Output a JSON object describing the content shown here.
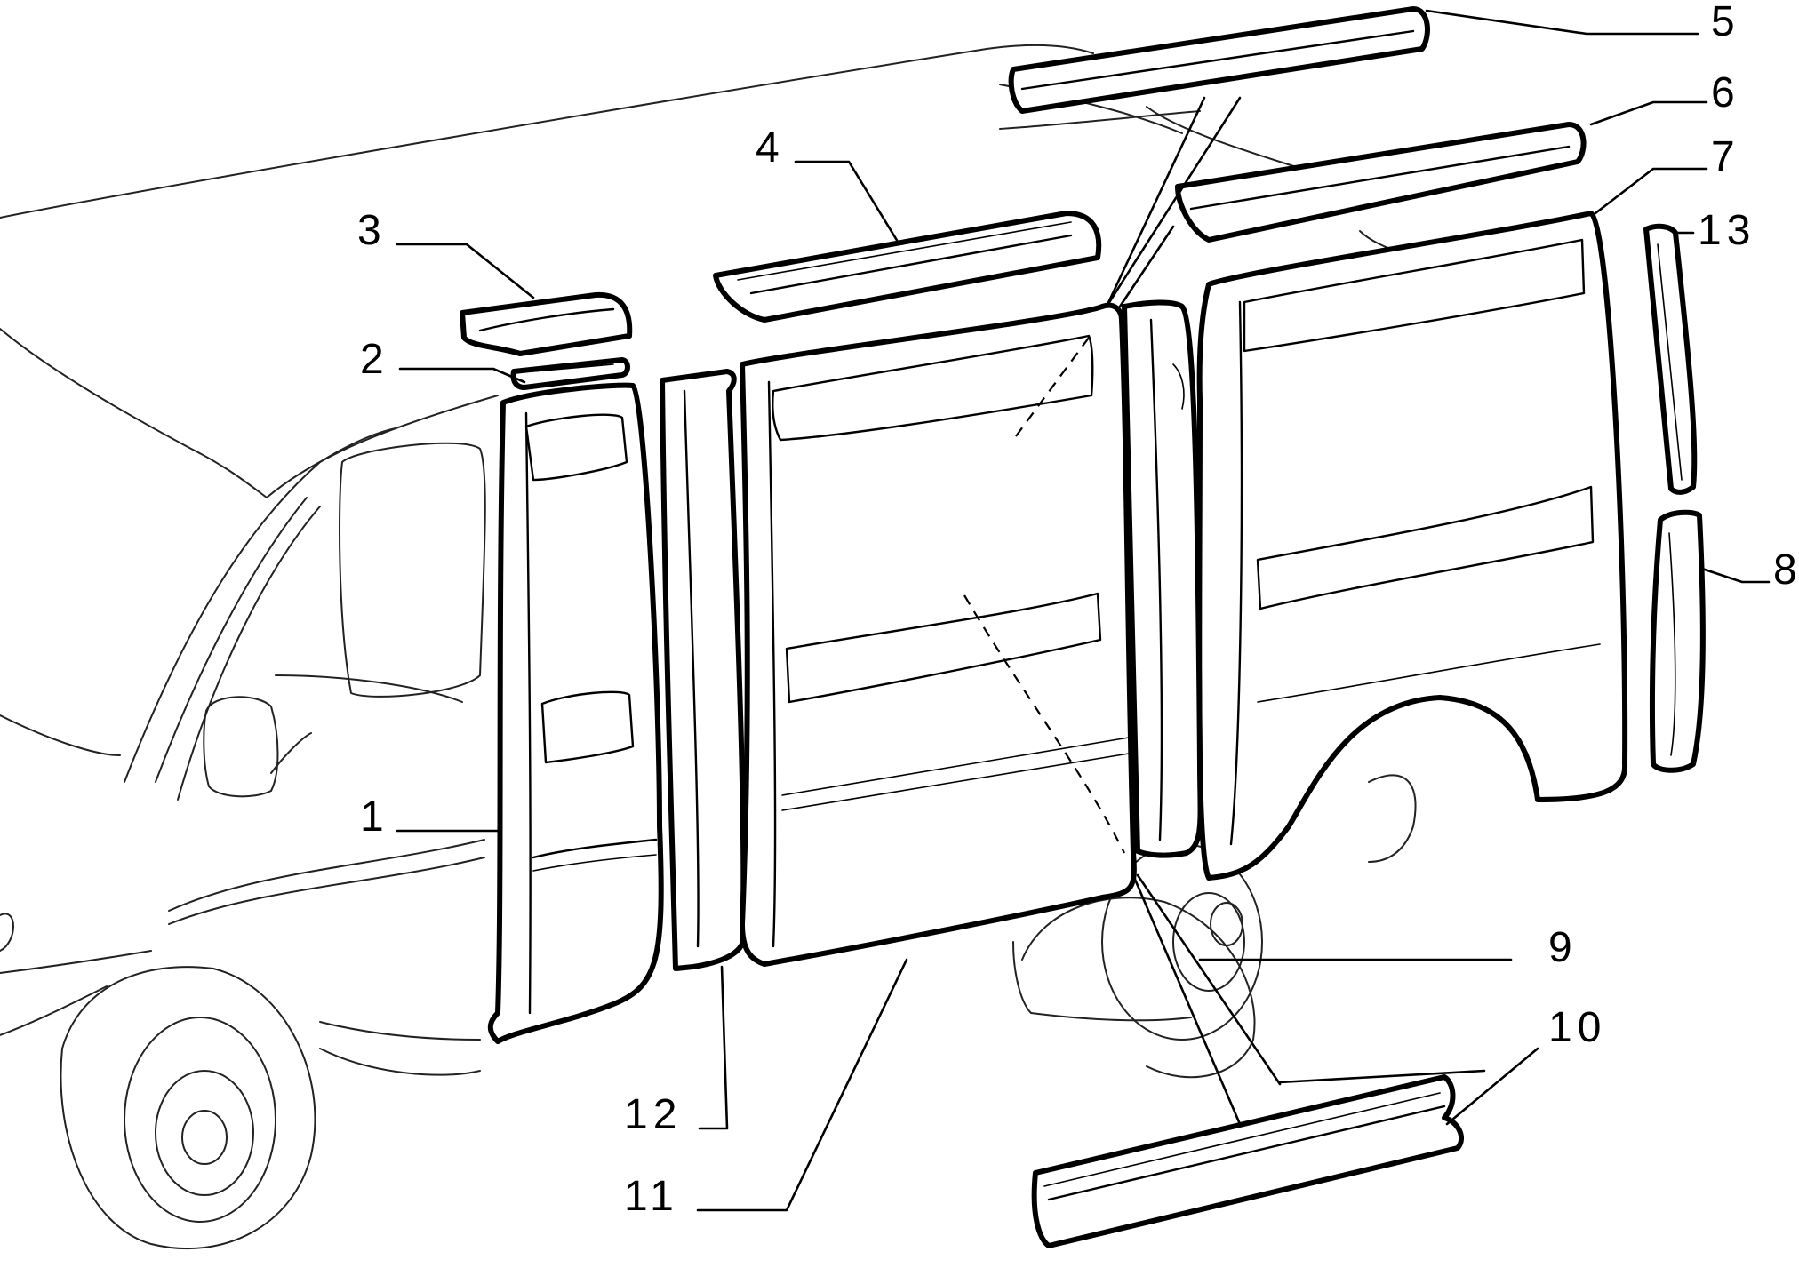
{
  "callouts": [
    {
      "id": "1",
      "text": "1"
    },
    {
      "id": "2",
      "text": "2"
    },
    {
      "id": "3",
      "text": "3"
    },
    {
      "id": "4",
      "text": "4"
    },
    {
      "id": "5",
      "text": "5"
    },
    {
      "id": "6",
      "text": "6"
    },
    {
      "id": "7",
      "text": "7"
    },
    {
      "id": "8",
      "text": "8"
    },
    {
      "id": "9",
      "text": "9"
    },
    {
      "id": "10",
      "text": "10"
    },
    {
      "id": "11",
      "text": "11"
    },
    {
      "id": "12",
      "text": "12"
    },
    {
      "id": "13",
      "text": "13"
    }
  ],
  "colors": {
    "line": "#000000",
    "background": "#ffffff"
  }
}
